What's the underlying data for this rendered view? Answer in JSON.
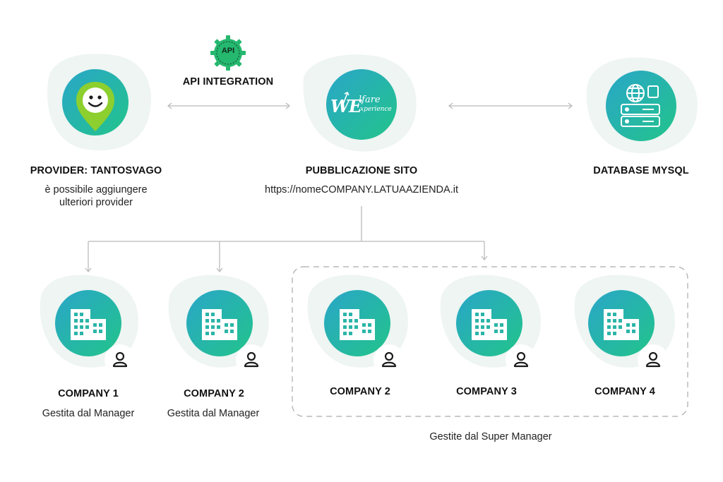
{
  "colors": {
    "gradient_start": "#2aa6c9",
    "gradient_end": "#22c48a",
    "blob": "#eef5f2",
    "connector": "#bbbbbb",
    "api_badge": "#25b86f"
  },
  "api": {
    "badge_label": "API",
    "title": "API INTEGRATION"
  },
  "provider": {
    "icon": "smiley-location-pin-icon",
    "title": "PROVIDER: TANTOSVAGO",
    "line1": "è possibile aggiungere",
    "line2": "ulteriori provider"
  },
  "site": {
    "logo_we": "WE",
    "logo_lfare": "lfare",
    "logo_experience": "xperience",
    "title": "PUBBLICAZIONE SITO",
    "url": "https://nomeCOMPANY.LATUAAZIENDA.it"
  },
  "database": {
    "icon": "database-server-globe-icon",
    "title": "DATABASE MYSQL"
  },
  "companies": [
    {
      "title": "COMPANY 1",
      "subtitle": "Gestita dal Manager"
    },
    {
      "title": "COMPANY 2",
      "subtitle": "Gestita dal Manager"
    },
    {
      "title": "COMPANY 2"
    },
    {
      "title": "COMPANY 3"
    },
    {
      "title": "COMPANY 4"
    }
  ],
  "super_manager_label": "Gestite dal Super Manager"
}
